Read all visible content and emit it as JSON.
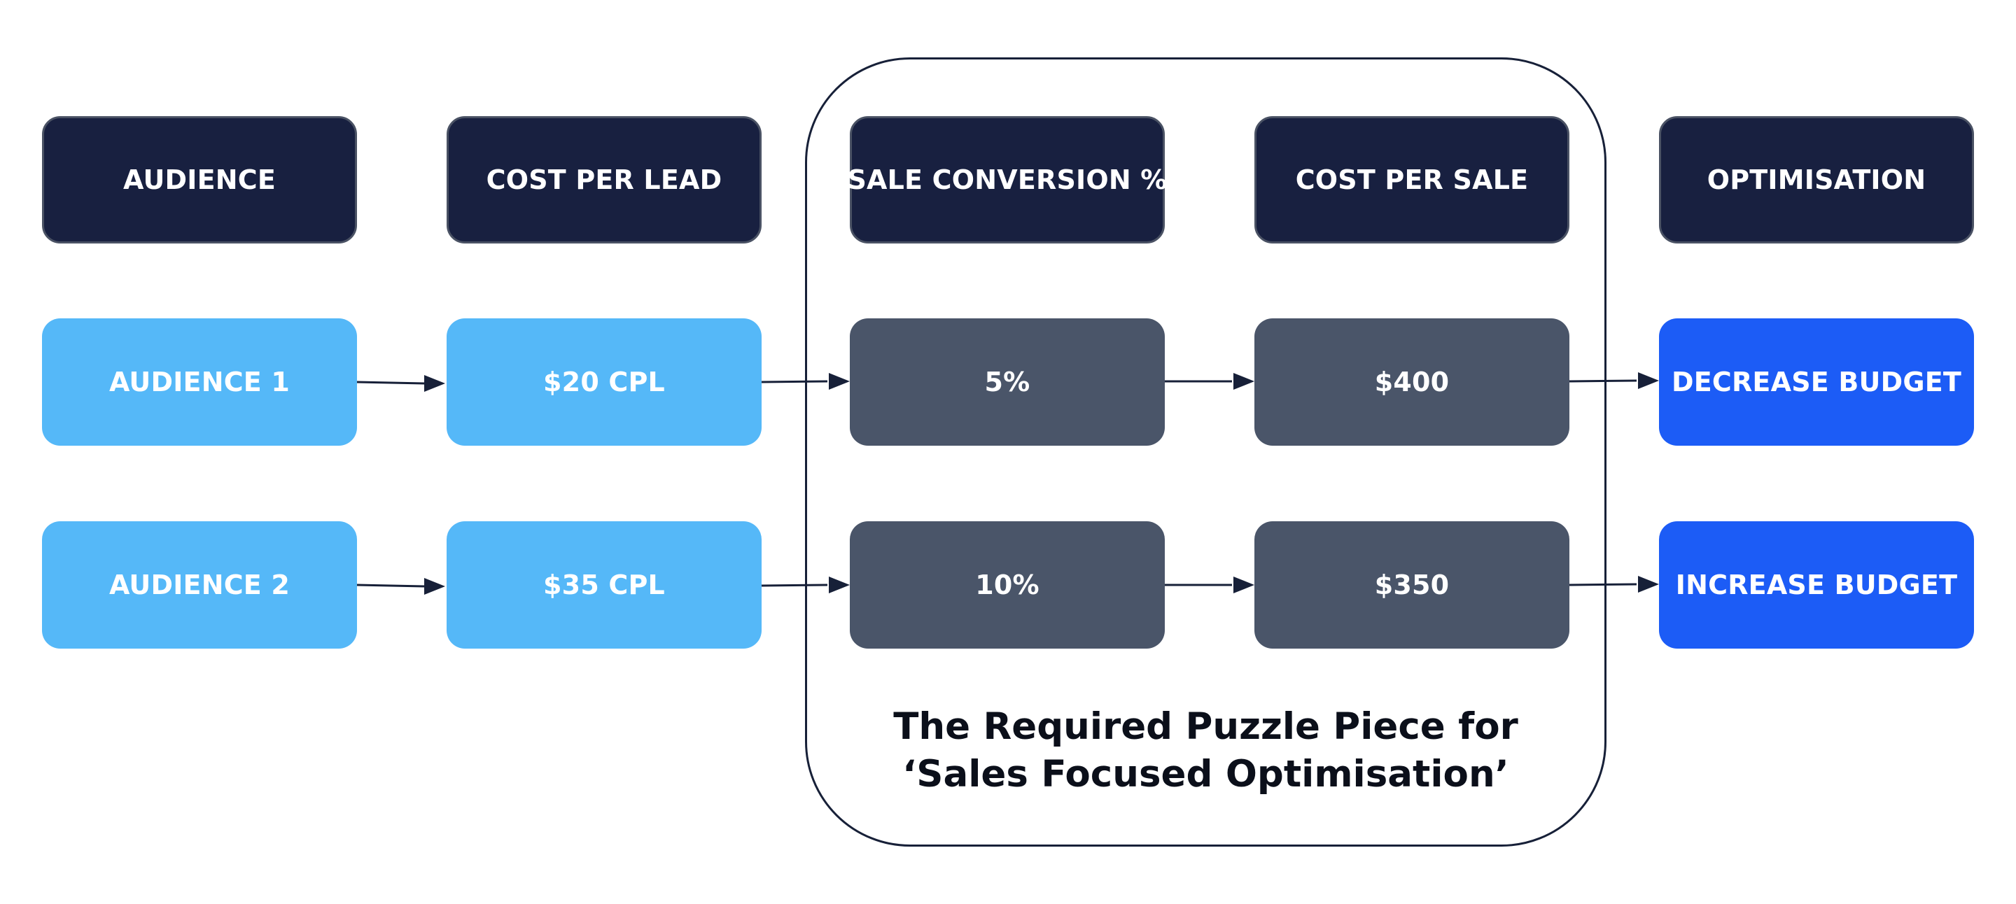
{
  "headers": {
    "audience": "AUDIENCE",
    "cost_per_lead": "COST PER LEAD",
    "sale_conversion": "SALE CONVERSION %",
    "cost_per_sale": "COST PER SALE",
    "optimisation": "OPTIMISATION"
  },
  "rows": [
    {
      "audience": "AUDIENCE 1",
      "cpl": "$20 CPL",
      "conversion": "5%",
      "cost_per_sale": "$400",
      "action": "DECREASE BUDGET"
    },
    {
      "audience": "AUDIENCE 2",
      "cpl": "$35 CPL",
      "conversion": "10%",
      "cost_per_sale": "$350",
      "action": "INCREASE BUDGET"
    }
  ],
  "caption": {
    "line1": "The Required Puzzle Piece for",
    "line2": "‘Sales Focused Optimisation’"
  },
  "colors": {
    "header_bg": "#182040",
    "audience_cpl_bg": "#55b8f8",
    "conversion_sale_bg": "#4a5569",
    "action_bg": "#1c5cf6",
    "frame_and_arrows": "#172038"
  }
}
